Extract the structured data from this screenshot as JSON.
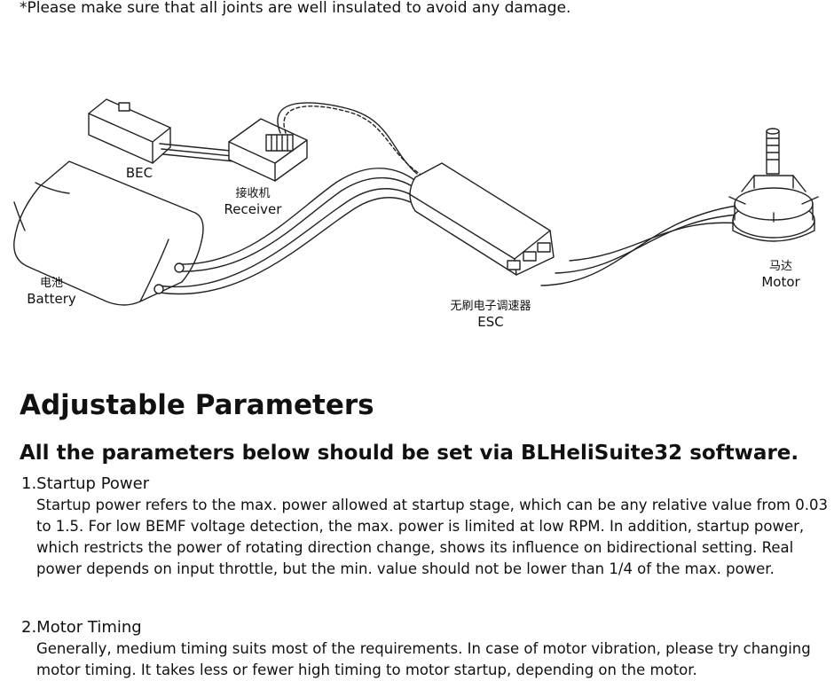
{
  "note": "*Please make sure that all joints are well insulated to avoid any damage.",
  "diagram": {
    "labels": {
      "bec": "BEC",
      "receiver_cn": "接收机",
      "receiver": "Receiver",
      "battery_cn": "电池",
      "battery": "Battery",
      "esc_cn": "无刷电子调速器",
      "esc": "ESC",
      "motor_cn": "马达",
      "motor": "Motor"
    }
  },
  "heading": "Adjustable Parameters",
  "subheading": "All the parameters below should be set via BLHeliSuite32 software.",
  "sections": [
    {
      "title": "1.Startup Power",
      "body": "Startup power refers to the max. power allowed at startup stage, which can be any relative value from 0.03 to 1.5. For low BEMF voltage detection, the max. power is limited at low RPM. In addition, startup power, which restricts the power of rotating direction change, shows its influence on bidirectional setting. Real power depends on input throttle, but the min. value should not be lower than 1/4 of the max. power."
    },
    {
      "title": "2.Motor Timing",
      "body": "Generally, medium timing suits most of the requirements. In case of motor vibration, please try changing motor timing. It takes less or fewer high timing to motor startup, depending on the motor."
    }
  ]
}
